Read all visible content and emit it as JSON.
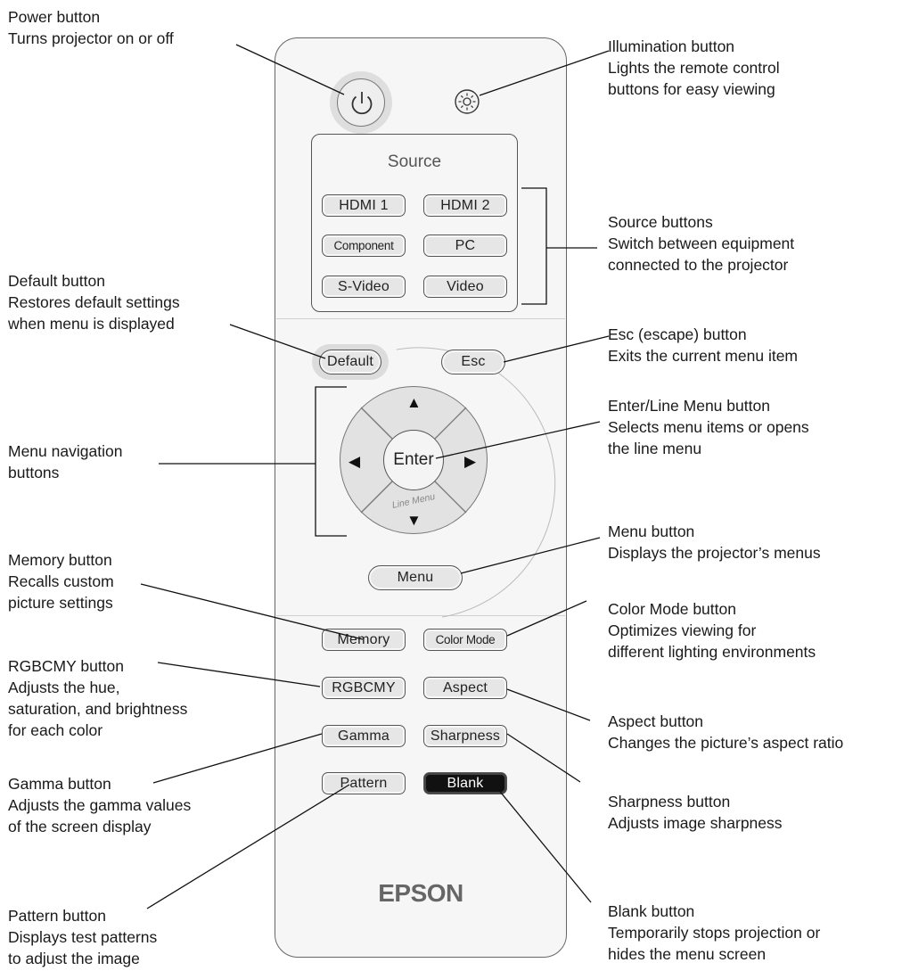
{
  "remote": {
    "brand": "EPSON",
    "source_title": "Source",
    "buttons": {
      "hdmi1": "HDMI 1",
      "hdmi2": "HDMI 2",
      "component": "Component",
      "pc": "PC",
      "svideo": "S-Video",
      "video": "Video",
      "default": "Default",
      "esc": "Esc",
      "enter": "Enter",
      "line_menu": "Line Menu",
      "menu": "Menu",
      "memory": "Memory",
      "color_mode": "Color Mode",
      "rgbcmy": "RGBCMY",
      "aspect": "Aspect",
      "gamma": "Gamma",
      "sharpness": "Sharpness",
      "pattern": "Pattern",
      "blank": "Blank"
    },
    "icons": {
      "power": "power-icon",
      "illumination": "sun-icon",
      "up": "▲",
      "down": "▼",
      "left": "◀",
      "right": "▶"
    }
  },
  "callouts": {
    "power": {
      "title": "Power button",
      "desc": "Turns projector on or off"
    },
    "illumination": {
      "title": "Illumination button",
      "desc": [
        "Lights the remote control",
        "buttons for easy viewing"
      ]
    },
    "source": {
      "title": "Source buttons",
      "desc": [
        "Switch between equipment",
        "connected to the projector"
      ]
    },
    "default": {
      "title": "Default button",
      "desc": [
        "Restores default settings",
        "when menu is displayed"
      ]
    },
    "esc": {
      "title": "Esc (escape) button",
      "desc": "Exits the current menu item"
    },
    "enter": {
      "title": "Enter/Line Menu button",
      "desc": [
        "Selects menu items or opens",
        "the line menu"
      ]
    },
    "navigation": {
      "title": "Menu navigation",
      "desc": "buttons"
    },
    "menu": {
      "title": "Menu button",
      "desc": "Displays the projector’s menus"
    },
    "memory": {
      "title": "Memory button",
      "desc": [
        "Recalls custom",
        "picture settings"
      ]
    },
    "color_mode": {
      "title": "Color Mode button",
      "desc": [
        "Optimizes viewing for",
        "different lighting environments"
      ]
    },
    "rgbcmy": {
      "title": "RGBCMY button",
      "desc": [
        "Adjusts the hue,",
        "saturation, and brightness",
        "for each color"
      ]
    },
    "aspect": {
      "title": "Aspect button",
      "desc": "Changes the picture’s aspect ratio"
    },
    "gamma": {
      "title": "Gamma button",
      "desc": [
        "Adjusts the gamma values",
        "of the screen display"
      ]
    },
    "sharpness": {
      "title": "Sharpness button",
      "desc": "Adjusts image sharpness"
    },
    "pattern": {
      "title": "Pattern button",
      "desc": [
        "Displays test patterns",
        "to adjust the image"
      ]
    },
    "blank": {
      "title": "Blank button",
      "desc": [
        "Temporarily stops projection or",
        "hides the menu screen"
      ]
    }
  }
}
